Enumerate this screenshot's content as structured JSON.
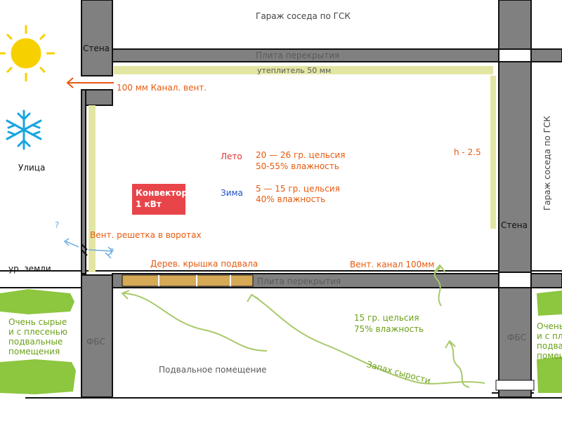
{
  "labels": {
    "neighbor_garage_top": "Гараж соседа по ГСК",
    "neighbor_garage_right": "Гараж соседа по ГСК",
    "wall_left": "Стена",
    "wall_right": "Стена",
    "slab_top": "Плита перекрытия",
    "insulation": "утеплитель 50 мм",
    "vent_channel_out": "100 мм Канал. вент.",
    "street": "Улица",
    "summer": "Лето",
    "summer_temp": "20 — 26 гр. цельсия",
    "summer_humidity": "50-55% влажность",
    "winter": "Зима",
    "winter_temp": "5 — 15 гр. цельсия",
    "winter_humidity": "40% влажность",
    "height": "h - 2.5",
    "convector_line1": "Конвектор",
    "convector_line2": "1 кВт",
    "gate_grille": "Вент. решетка в воротах",
    "question": "?",
    "ground_level": "ур. земли",
    "cellar_lid": "Дерев. крышка подвала",
    "slab_bottom": "Плита перекрытия",
    "vent_channel_100": "Вент. канал 100мм",
    "basement_temp": "15 гр. цельсия",
    "basement_humidity": "75% влажность",
    "fbs_left": "ФБС",
    "fbs_right": "ФБС",
    "basement_room": "Подвальное помещение",
    "damp_smell": "Запах сырости",
    "neighbors_left_l1": "Очень сырые",
    "neighbors_left_l2": "и с плесенью",
    "neighbors_left_l3": "подвальные",
    "neighbors_left_l4": "помещения",
    "neighbors_right_l1": "Очень",
    "neighbors_right_l2": "и с пле",
    "neighbors_right_l3": "подвал",
    "neighbors_right_l4": "помеще"
  },
  "icons": {
    "sun": "sun-icon",
    "snowflake": "snowflake-icon",
    "arrow": "arrow-left-icon"
  },
  "colors": {
    "wall": "#808080",
    "insulation": "#e3e6a3",
    "convector": "#e8454a",
    "lid": "#d6a957",
    "green": "#8dc63f",
    "moisture_stroke": "#a8c96a",
    "sun": "#f7d000",
    "snow": "#19a6df",
    "arrow": "#e8590c"
  }
}
